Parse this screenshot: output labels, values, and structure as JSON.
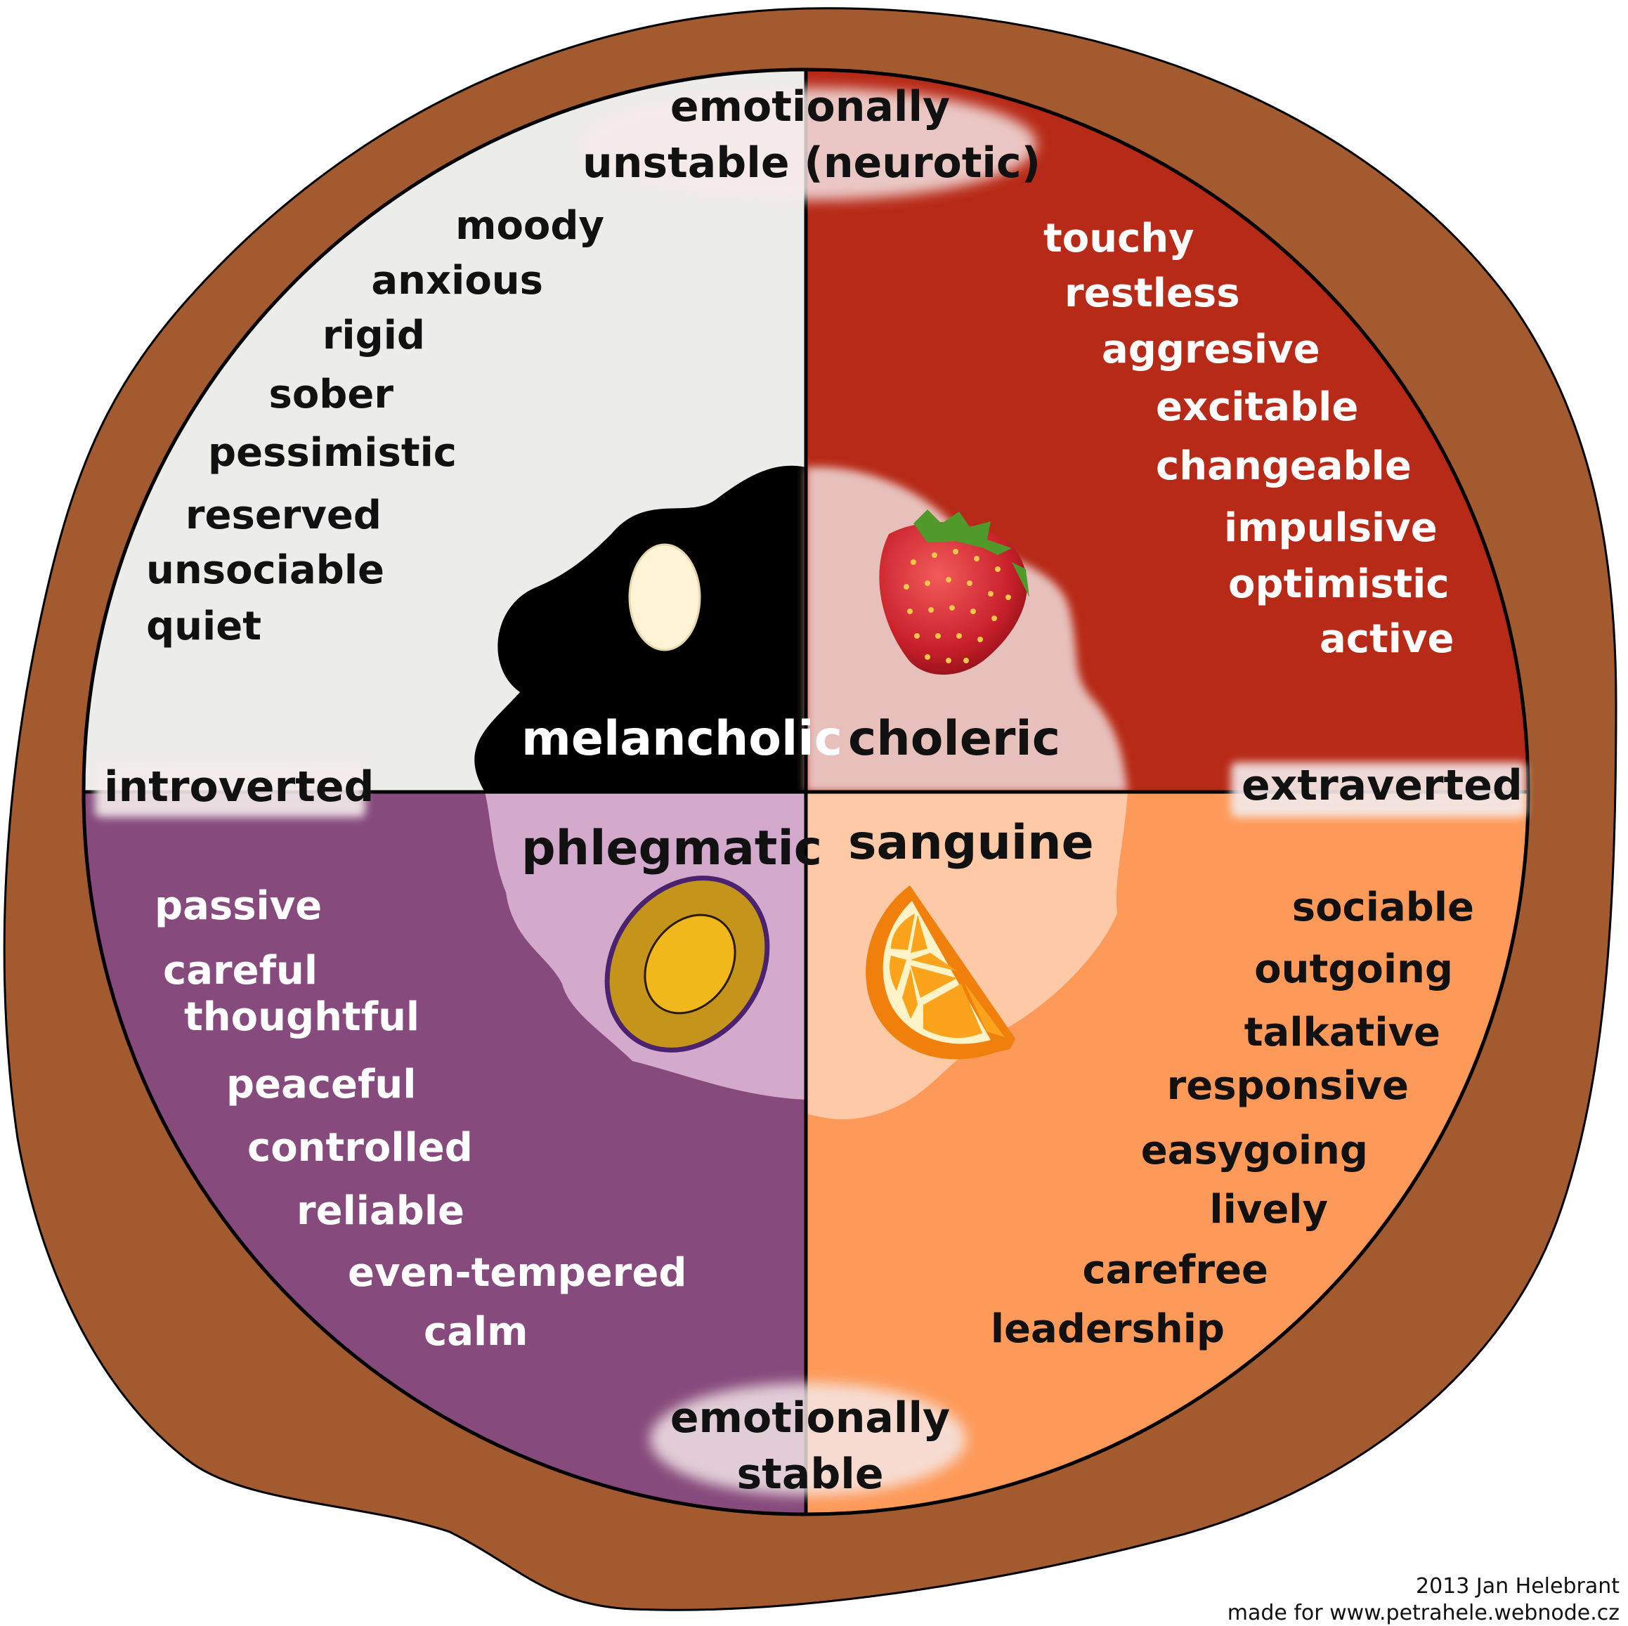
{
  "colors": {
    "rim": "#a25a2e",
    "melancholic_bg": "#ececea",
    "choleric_bg": "#b72a17",
    "phlegmatic_bg": "#864a7c",
    "sanguine_bg": "#fd9a5a",
    "black_blob": "#000000",
    "choleric_blob": "#e7c0bb",
    "phlegmatic_blob": "#d3a9cc",
    "sanguine_blob": "#fdc9a6",
    "light_text": "#ffffff",
    "dark_text": "#111111"
  },
  "axes": {
    "top_line1": "emotionally",
    "top_line2": "unstable (neurotic)",
    "bottom_line1": "emotionally",
    "bottom_line2": "stable",
    "left": "introverted",
    "right": "extraverted"
  },
  "temperaments": {
    "melancholic": "melancholic",
    "choleric": "choleric",
    "phlegmatic": "phlegmatic",
    "sanguine": "sanguine"
  },
  "icons": {
    "melancholic": "black-stone-icon",
    "choleric": "strawberry-icon",
    "phlegmatic": "plum-icon",
    "sanguine": "orange-slice-icon"
  },
  "traits": {
    "melancholic": [
      "moody",
      "anxious",
      "rigid",
      "sober",
      "pessimistic",
      "reserved",
      "unsociable",
      "quiet"
    ],
    "choleric": [
      "touchy",
      "restless",
      "aggresive",
      "excitable",
      "changeable",
      "impulsive",
      "optimistic",
      "active"
    ],
    "phlegmatic": [
      "passive",
      "careful",
      "thoughtful",
      "peaceful",
      "controlled",
      "reliable",
      "even-tempered",
      "calm"
    ],
    "sanguine": [
      "sociable",
      "outgoing",
      "talkative",
      "responsive",
      "easygoing",
      "lively",
      "carefree",
      "leadership"
    ]
  },
  "credit": {
    "line1": "2013 Jan Helebrant",
    "line2": "made for www.petrahele.webnode.cz"
  }
}
